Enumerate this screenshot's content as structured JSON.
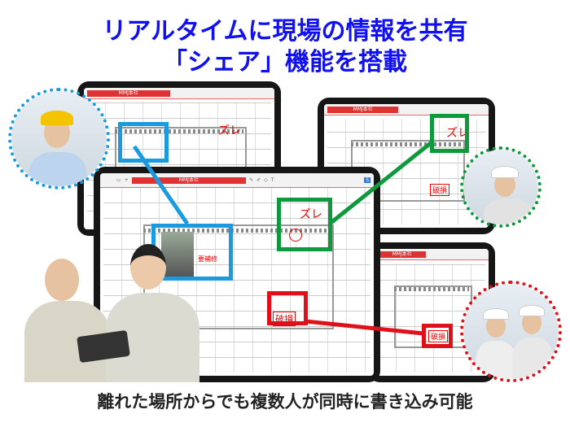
{
  "headline": {
    "line1": "リアルタイムに現場の情報を共有",
    "line2": "「シェア」機能を搭載"
  },
  "caption": "離れた場所からでも複数人が同時に書き込み可能",
  "tablet": {
    "doc_title": "MMJ本社",
    "toolbar_icons": [
      "folder-icon",
      "plus-icon",
      "pen-icon",
      "marker-icon",
      "eraser-icon",
      "text-icon",
      "share-icon"
    ]
  },
  "annotations": {
    "shift": "ズレ",
    "damage": "破損",
    "repair": "要補修"
  },
  "colors": {
    "headline": "#1010f0",
    "blue": "#1a9be0",
    "green": "#0e9a3c",
    "red": "#e0101a"
  }
}
